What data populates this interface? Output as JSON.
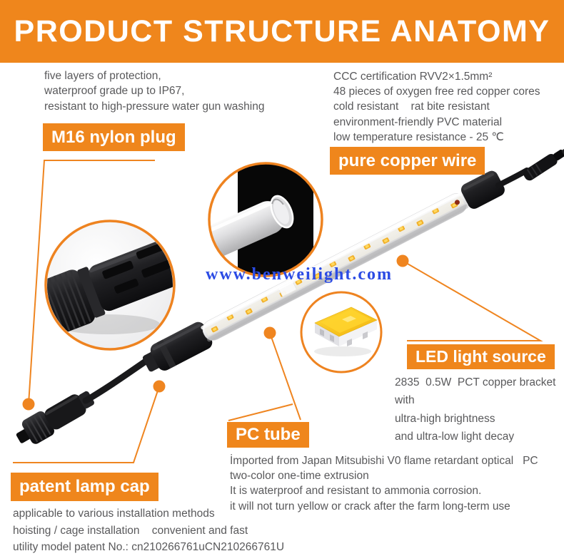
{
  "header": {
    "title": "PRODUCT STRUCTURE ANATOMY"
  },
  "watermark": "www.benweilight.com",
  "colors": {
    "accent_orange": "#ef861c",
    "body_text": "#59595b",
    "watermark_blue": "#2b4be4",
    "led_yellow": "#f1b02a"
  },
  "sections": {
    "m16_plug": {
      "badge": "M16 nylon plug",
      "lines": [
        "five layers of protection,",
        "waterproof grade up to IP67,",
        "resistant to high-pressure water gun washing"
      ]
    },
    "copper_wire": {
      "badge": "pure copper wire",
      "lines": [
        "CCC certification RVV2×1.5mm²",
        "48 pieces of oxygen free red copper cores",
        "cold resistant    rat bite resistant",
        "environment-friendly PVC material",
        "low temperature resistance - 25 ℃"
      ]
    },
    "led_source": {
      "badge": "LED light source",
      "lines": [
        "2835  0.5W  PCT copper bracket with",
        "ultra-high brightness",
        "and ultra-low light decay"
      ]
    },
    "pc_tube": {
      "badge": "PC tube",
      "lines": [
        "İmported from Japan Mitsubishi V0 flame retardant optical   PC",
        "two-color one-time extrusion",
        "It is waterproof and resistant to ammonia corrosion.",
        "it will not turn yellow or crack after the farm long-term use"
      ]
    },
    "lamp_cap": {
      "badge": "patent lamp cap",
      "lines": [
        "applicable to various installation methods",
        "hoisting / cage installation    convenient and fast",
        "utility model patent No.: cn210266761uCN210266761U"
      ]
    }
  }
}
